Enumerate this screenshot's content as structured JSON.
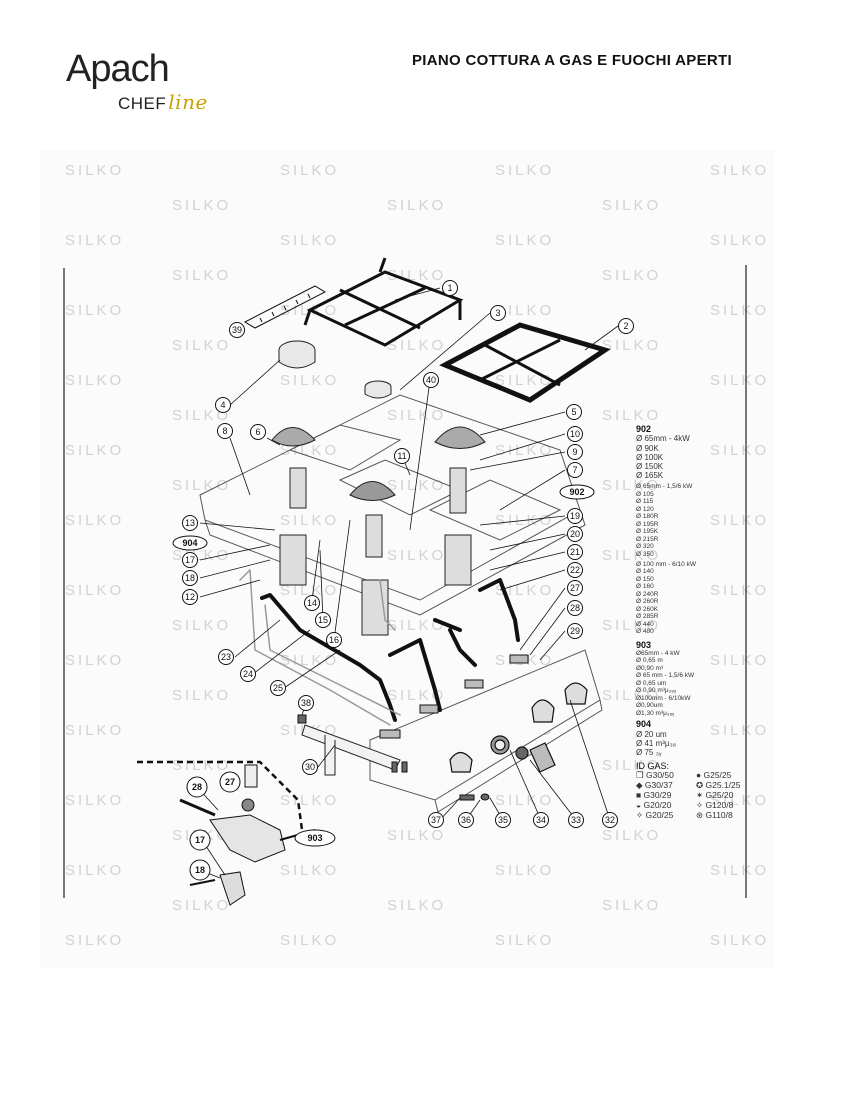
{
  "brand": {
    "name": "Apach",
    "sub": "CHEF",
    "line": "line"
  },
  "title": "PIANO COTTURA A GAS E FUOCHI APERTI",
  "watermark": "SILKO",
  "callouts": [
    "1",
    "2",
    "3",
    "4",
    "5",
    "6",
    "7",
    "8",
    "9",
    "10",
    "11",
    "12",
    "13",
    "14",
    "15",
    "16",
    "17",
    "18",
    "19",
    "20",
    "21",
    "22",
    "23",
    "24",
    "25",
    "27",
    "28",
    "29",
    "30",
    "32",
    "33",
    "34",
    "35",
    "36",
    "37",
    "38",
    "39",
    "40",
    "902",
    "903",
    "904",
    "17",
    "18",
    "27",
    "28",
    "903"
  ],
  "legend": {
    "g902": {
      "title": "902",
      "rows": [
        "Ø 65mm - 4kW",
        "Ø 90K",
        "Ø 100K",
        "Ø 150K",
        "Ø 165K"
      ],
      "rows2": [
        "Ø 65mm - 1,5/6 kW",
        "Ø 105",
        "Ø 115",
        "Ø 120",
        "Ø 180R",
        "Ø 195R",
        "Ø 195K",
        "Ø 215R",
        "Ø 320",
        "Ø 350"
      ],
      "rows3": [
        "Ø 100 mm - 6/10 kW",
        "Ø 140",
        "Ø 150",
        "Ø 160",
        "Ø 240R",
        "Ø 260R",
        "Ø 260K",
        "Ø 285R",
        "Ø 440",
        "Ø 480"
      ]
    },
    "g903": {
      "title": "903",
      "rows": [
        "Ø65mm - 4 kW",
        "Ø 0,65 m",
        "Ø0,90 m³",
        "Ø 65 mm - 1,5/6 kW",
        "Ø 0,65 um",
        "Ø 0,90 m³μ₃₈ᵧ",
        "Ø100mm - 6/10kW",
        "Ø0,90um",
        "Ø1,30 m³μ₃₈ᵧ"
      ]
    },
    "g904": {
      "title": "904",
      "rows": [
        "Ø 20 um",
        "Ø 41 m³μ₃₈",
        "Ø 75 ₃ᵧ"
      ]
    },
    "gas": {
      "title": "ID GAS:",
      "items": [
        "❒ G30/50",
        "● G25/25",
        "◆ G30/37",
        "✪ G25.1/25",
        "■ G30/29",
        "✶ G25/20",
        "◒ G20/20",
        "✧ G120/8",
        "✧ G20/25",
        "⊛ G110/8"
      ]
    }
  }
}
